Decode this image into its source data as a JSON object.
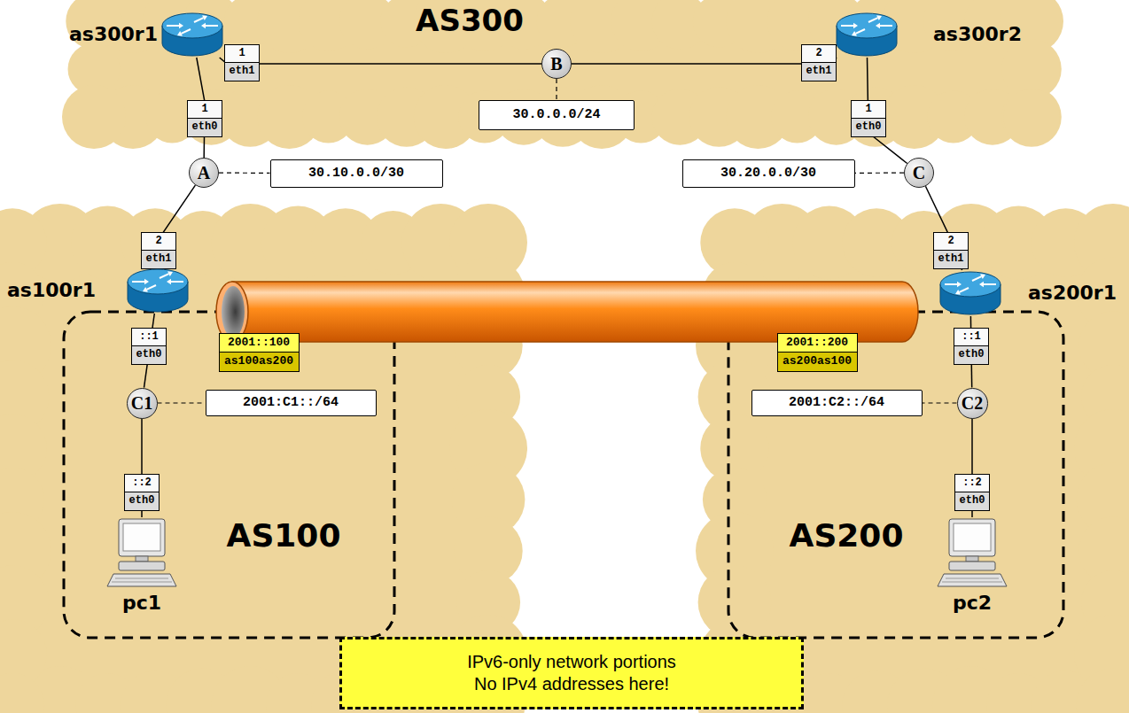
{
  "diagram": {
    "nodes": [
      {
        "text": [
          "AS300"
        ]
      },
      {
        "text": [
          "as300r1"
        ],
        "in": 0
      },
      {
        "text": [
          "1",
          "eth1"
        ],
        "in": 0
      },
      {
        "text": [
          "1",
          "eth0"
        ],
        "in": 0
      },
      {
        "text": [
          "B"
        ],
        "in": 0
      },
      {
        "text": [
          "30.0.0.0/24"
        ],
        "in": 0
      },
      {
        "text": [
          "2",
          "eth1"
        ],
        "in": 0
      },
      {
        "text": [
          "as300r2"
        ],
        "in": 0
      },
      {
        "text": [
          "1",
          "eth0"
        ],
        "in": 0
      },
      {
        "text": [
          "A"
        ]
      },
      {
        "text": [
          "30.10.0.0/30"
        ]
      },
      {
        "text": [
          "30.20.0.0/30"
        ]
      },
      {
        "text": [
          "C"
        ]
      },
      {
        "text": [
          "AS100"
        ]
      },
      {
        "text": [
          "2",
          "eth1"
        ],
        "in": 13
      },
      {
        "text": [
          "as100r1"
        ],
        "in": 13
      },
      {
        "text": [
          "2001::100",
          "as100as200"
        ],
        "in": 13
      },
      {
        "text": [
          "::1",
          "eth0"
        ],
        "in": 13
      },
      {
        "text": [
          "C1"
        ],
        "in": 13
      },
      {
        "text": [
          "2001:C1::/64"
        ],
        "in": 13
      },
      {
        "text": [
          "::2",
          "eth0"
        ],
        "in": 13
      },
      {
        "text": [
          "pc1"
        ],
        "in": 13
      },
      {
        "text": [
          "AS200"
        ]
      },
      {
        "text": [
          "2",
          "eth1"
        ],
        "in": 22
      },
      {
        "text": [
          "as200r1"
        ],
        "in": 22
      },
      {
        "text": [
          "2001::200",
          "as200as100"
        ],
        "in": 22
      },
      {
        "text": [
          "::1",
          "eth0"
        ],
        "in": 22
      },
      {
        "text": [
          "C2"
        ],
        "in": 22
      },
      {
        "text": [
          "2001:C2::/64"
        ],
        "in": 22
      },
      {
        "text": [
          "::2",
          "eth0"
        ],
        "in": 22
      },
      {
        "text": [
          "pc2"
        ],
        "in": 22
      },
      {
        "text": [
          "IPv6-only network portions No IPv4 addresses here!"
        ]
      }
    ],
    "edges": [
      {
        "from": 1,
        "to": 4,
        "arrow": "none"
      },
      {
        "from": 4,
        "to": 7,
        "arrow": "none"
      },
      {
        "from": 1,
        "to": 9,
        "arrow": "none"
      },
      {
        "from": 7,
        "to": 12,
        "arrow": "none"
      },
      {
        "from": 9,
        "to": 15,
        "arrow": "none"
      },
      {
        "from": 12,
        "to": 24,
        "arrow": "none"
      },
      {
        "from": 15,
        "to": 18,
        "arrow": "none"
      },
      {
        "from": 18,
        "to": 21,
        "arrow": "none"
      },
      {
        "from": 24,
        "to": 27,
        "arrow": "none"
      },
      {
        "from": 27,
        "to": 30,
        "arrow": "none"
      },
      {
        "from": 9,
        "to": 10,
        "arrow": "none"
      },
      {
        "from": 4,
        "to": 5,
        "arrow": "none"
      },
      {
        "from": 12,
        "to": 11,
        "arrow": "none"
      },
      {
        "from": 18,
        "to": 19,
        "arrow": "none"
      },
      {
        "from": 27,
        "to": 28,
        "arrow": "none"
      }
    ]
  }
}
